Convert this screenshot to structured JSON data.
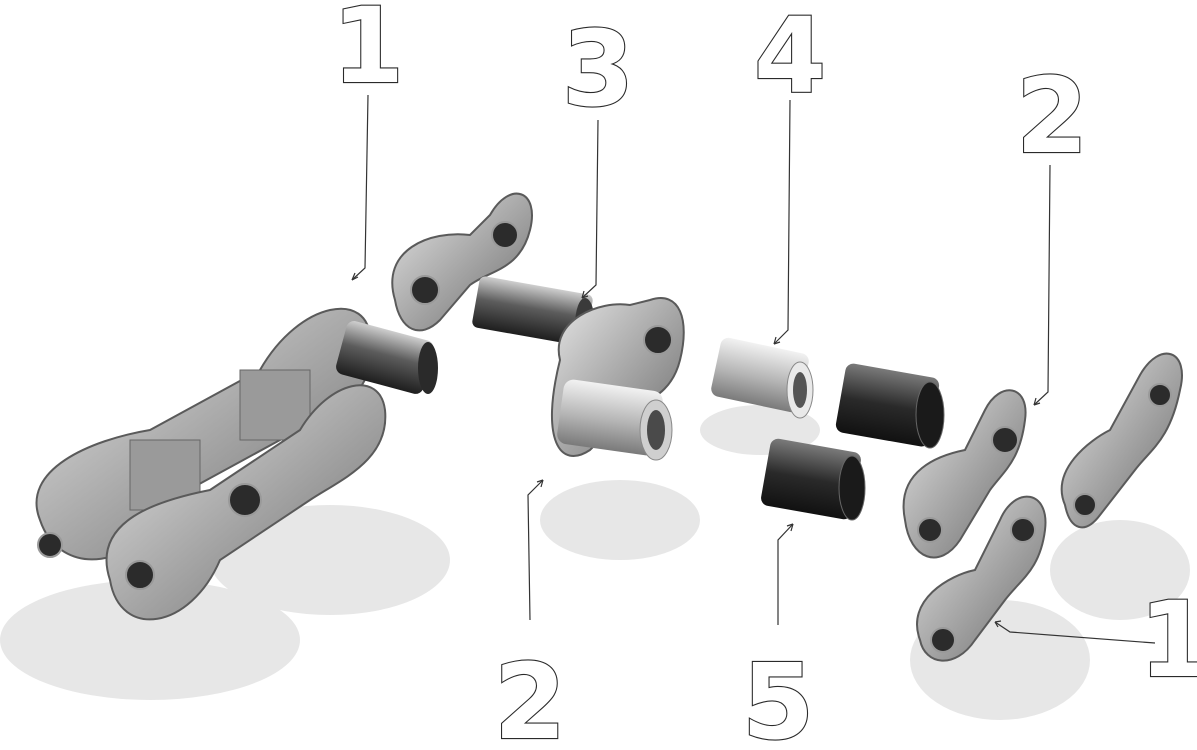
{
  "diagram": {
    "callouts": [
      {
        "id": "c1a",
        "label": "1"
      },
      {
        "id": "c3",
        "label": "3"
      },
      {
        "id": "c4",
        "label": "4"
      },
      {
        "id": "c2a",
        "label": "2"
      },
      {
        "id": "c2b",
        "label": "2"
      },
      {
        "id": "c5",
        "label": "5"
      },
      {
        "id": "c1b",
        "label": "1"
      }
    ]
  },
  "colors": {
    "steel_light": "#d9d9d9",
    "steel_mid": "#a9a9a9",
    "steel_dark": "#5e5e5e",
    "roller_dark": "#2c2c2c",
    "shadow": "#e6e6e6",
    "label_stroke": "#2a2a2a"
  }
}
